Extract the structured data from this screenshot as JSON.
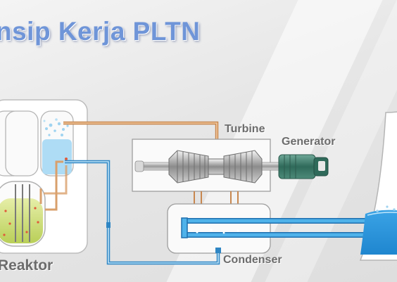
{
  "title": "nsip Kerja PLTN",
  "labels": {
    "turbine": "Turbine",
    "generator": "Generator",
    "condenser": "Condenser",
    "reactor": "Reaktor"
  },
  "colors": {
    "title": "#6f95d8",
    "steam_pipe": "#d9a06c",
    "water_pipe": "#4aa8df",
    "generator": "#3f7a6a",
    "label_text": "#6c6c6c"
  }
}
